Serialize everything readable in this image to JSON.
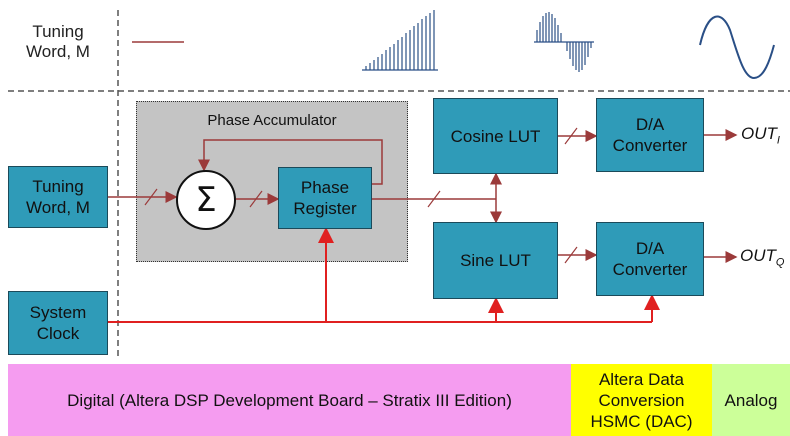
{
  "top": {
    "tuning_word_label": "Tuning\nWord, M"
  },
  "diagram": {
    "phase_accumulator": "Phase Accumulator",
    "sum_symbol": "Σ",
    "blocks": {
      "tuning_word": "Tuning\nWord, M",
      "system_clock": "System\nClock",
      "phase_register": "Phase\nRegister",
      "cosine_lut": "Cosine LUT",
      "sine_lut": "Sine LUT",
      "dac_top": "D/A\nConverter",
      "dac_bottom": "D/A\nConverter"
    },
    "outputs": {
      "out_i_main": "OUT",
      "out_i_sub": "I",
      "out_q_main": "OUT",
      "out_q_sub": "Q"
    }
  },
  "bottom": {
    "digital": "Digital (Altera DSP Development Board – Stratix III Edition)",
    "conversion": "Altera Data\nConversion\nHSMC (DAC)",
    "analog": "Analog"
  },
  "colors": {
    "block_fill": "#2f9bb8",
    "signal_line": "#9b3a3a",
    "clock_line": "#e02020",
    "digital_bg": "#f59cf0",
    "conversion_bg": "#ffff00",
    "analog_bg": "#ccff99",
    "accumulator_bg": "#c4c4c4"
  }
}
